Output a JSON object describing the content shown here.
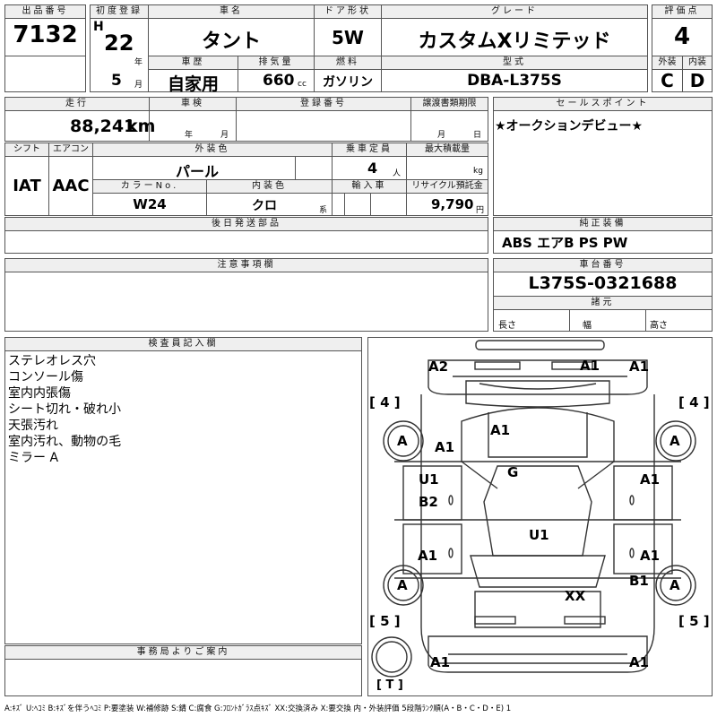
{
  "header": {
    "lot_no_label": "出品番号",
    "lot_no": "7132",
    "first_reg_label": "初度登録",
    "era": "H",
    "year": "22",
    "year_unit": "年",
    "month": "5",
    "month_unit": "月",
    "car_name_label": "車名",
    "car_name": "タント",
    "door_label": "ドア形状",
    "door": "5W",
    "grade_label": "グレード",
    "grade": "カスタムXリミテッド",
    "score_label": "評価点",
    "score": "4",
    "history_label": "車歴",
    "history": "自家用",
    "displacement_label": "排気量",
    "displacement": "660",
    "displacement_unit": "cc",
    "fuel_label": "燃料",
    "fuel": "ガソリン",
    "model_label": "型式",
    "model": "DBA-L375S",
    "ext_label": "外装",
    "ext": "C",
    "int_label": "内装",
    "int": "D"
  },
  "row2": {
    "mileage_label": "走行",
    "mileage": "88,241",
    "mileage_unit": "km",
    "inspection_label": "車検",
    "insp_year_unit": "年",
    "insp_month_unit": "月",
    "reg_no_label": "登録番号",
    "transfer_label": "譲渡書類期限",
    "transfer_month_unit": "月",
    "transfer_day_unit": "日",
    "shift_label": "シフト",
    "shift": "IAT",
    "ac_label": "エアコン",
    "ac": "AAC",
    "color_label": "外装色",
    "color": "パール",
    "capacity_label": "乗車定員",
    "capacity": "4",
    "capacity_unit": "人",
    "load_label": "最大積載量",
    "load_unit": "kg",
    "color_no_label": "カラーNo.",
    "color_no": "W24",
    "int_color_label": "内装色",
    "int_color": "クロ",
    "int_color_unit": "系",
    "import_label": "輸入車",
    "recycle_label": "リサイクル預託金",
    "recycle": "9,790",
    "recycle_unit": "円",
    "later_parts_label": "後日発送部品"
  },
  "selling_points": {
    "label": "セールスポイント",
    "text": "★オークションデビュー★"
  },
  "equipment": {
    "label": "純正装備",
    "text": "ABS エアB PS PW"
  },
  "notes": {
    "label": "注意事項欄"
  },
  "chassis": {
    "label": "車台番号",
    "value": "L375S-0321688",
    "specs_label": "諸元",
    "length": "長さ",
    "width": "幅",
    "height": "高さ"
  },
  "inspector": {
    "label": "検査員記入欄",
    "lines": [
      "ステレオレス穴",
      "コンソール傷",
      "室内内張傷",
      "シート切れ・破れ小",
      "天張汚れ",
      "室内汚れ、動物の毛",
      "ミラー A"
    ]
  },
  "office": {
    "label": "事務局よりご案内"
  },
  "diagram": {
    "marks": [
      "A2",
      "A1",
      "A1",
      "A1",
      "A",
      "A",
      "U1",
      "B2",
      "G",
      "A1",
      "U1",
      "A1",
      "A1",
      "A",
      "XX",
      "B1",
      "A",
      "A1",
      "A1"
    ],
    "tire_labels": [
      "[ 4 ]",
      "[ 4 ]",
      "[ 5 ]",
      "[ 5 ]",
      "[ T ]"
    ]
  },
  "legend": "A:ｷｽﾞ U:ﾍｺﾐ B:ｷｽﾞを伴うﾍｺﾐ P:要塗装 W:補修跡 S:錆 C:腐食 G:ﾌﾛﾝﾄｶﾞﾗｽ点ｷｽﾞ XX:交換済み X:要交換 内・外装評価 5段階ﾗﾝｸ順(A・B・C・D・E) 1"
}
